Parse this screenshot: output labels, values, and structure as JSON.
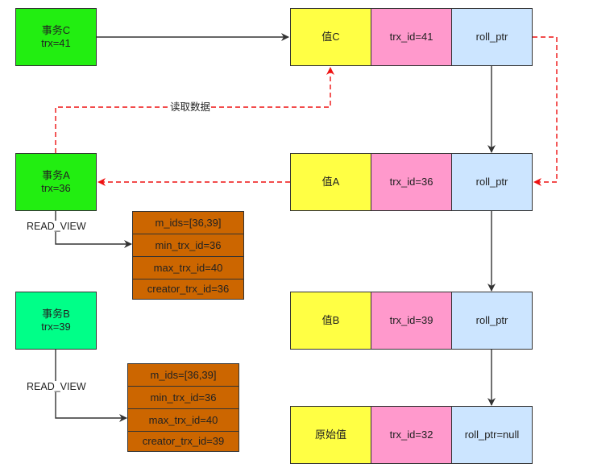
{
  "transactions": {
    "c": {
      "name": "事务C",
      "trx": "trx=41"
    },
    "a": {
      "name": "事务A",
      "trx": "trx=36"
    },
    "b": {
      "name": "事务B",
      "trx": "trx=39"
    }
  },
  "versions": [
    {
      "value": "值C",
      "trx_id": "trx_id=41",
      "roll_ptr": "roll_ptr"
    },
    {
      "value": "值A",
      "trx_id": "trx_id=36",
      "roll_ptr": "roll_ptr"
    },
    {
      "value": "值B",
      "trx_id": "trx_id=39",
      "roll_ptr": "roll_ptr"
    },
    {
      "value": "原始值",
      "trx_id": "trx_id=32",
      "roll_ptr": "roll_ptr=null"
    }
  ],
  "read_view_a": {
    "label": "READ_VIEW",
    "fields": [
      "m_ids=[36,39]",
      "min_trx_id=36",
      "max_trx_id=40",
      "creator_trx_id=36"
    ]
  },
  "read_view_b": {
    "label": "READ_VIEW",
    "fields": [
      "m_ids=[36,39]",
      "min_trx_id=36",
      "max_trx_id=40",
      "creator_trx_id=39"
    ]
  },
  "read_label": "读取数据",
  "colors": {
    "transaction": "#22ee11",
    "transaction_b": "#00ff88",
    "value": "#ffff44",
    "trx_id": "#ff99cc",
    "roll_ptr": "#cce5ff",
    "read_view": "#cc6600",
    "dashed_arrow": "#ee1111"
  }
}
